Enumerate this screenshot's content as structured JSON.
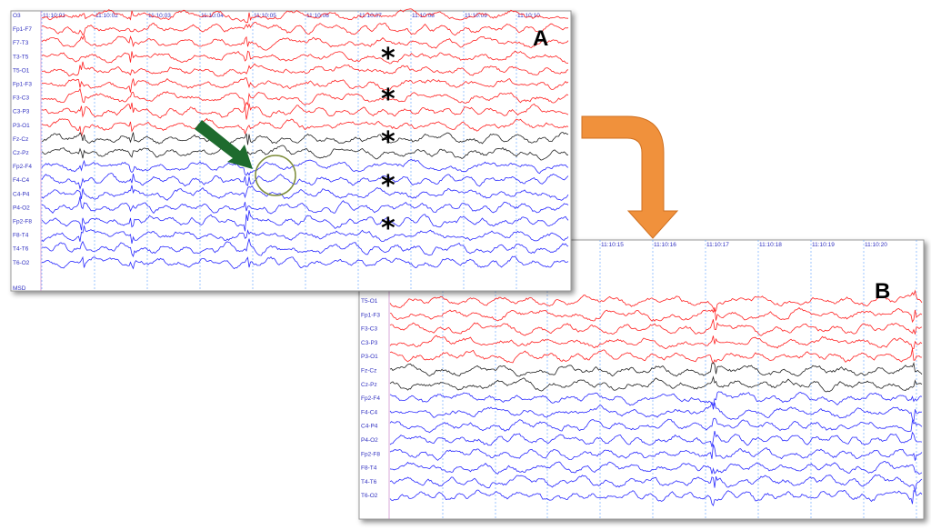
{
  "colors": {
    "left_hemisphere": "#ff2020",
    "midline": "#202020",
    "right_hemisphere": "#2828ff",
    "grid": "#5aa0ff",
    "arrow_green": "#1e6b2e",
    "arrow_orange": "#f0913c",
    "circle": "#7d8c3a"
  },
  "panel_a": {
    "letter": "A",
    "times": [
      "11:10:01",
      "11:10:02",
      "11:10:03",
      "11:10:04",
      "11:10:05",
      "11:10:06",
      "11:10:07",
      "11:10:08",
      "11:10:09",
      "11:10:10"
    ],
    "channels": [
      "O3",
      "Fp1-F7",
      "F7-T3",
      "T3-T5",
      "T5-O1",
      "Fp1-F3",
      "F3-C3",
      "C3-P3",
      "P3-O1",
      "Fz-Cz",
      "Cz-Pz",
      "Fp2-F4",
      "F4-C4",
      "C4-P4",
      "P4-O2",
      "Fp2-F8",
      "F8-T4",
      "T4-T6",
      "T6-O2"
    ],
    "bottom_label": "MSD",
    "asterisk": "*",
    "annotations": [
      "green-arrow",
      "circle",
      "asterisks"
    ]
  },
  "panel_b": {
    "letter": "B",
    "times": [
      "11:10:15",
      "11:10:16",
      "11:10:17",
      "11:10:18",
      "11:10:19",
      "11:10:20"
    ],
    "channels": [
      "T5-O1",
      "Fp1-F3",
      "F3-C3",
      "C3-P3",
      "P3-O1",
      "Fz-Cz",
      "Cz-Pz",
      "Fp2-F4",
      "F4-C4",
      "C4-P4",
      "P4-O2",
      "Fp2-F8",
      "F8-T4",
      "T4-T6",
      "T6-O2"
    ]
  }
}
